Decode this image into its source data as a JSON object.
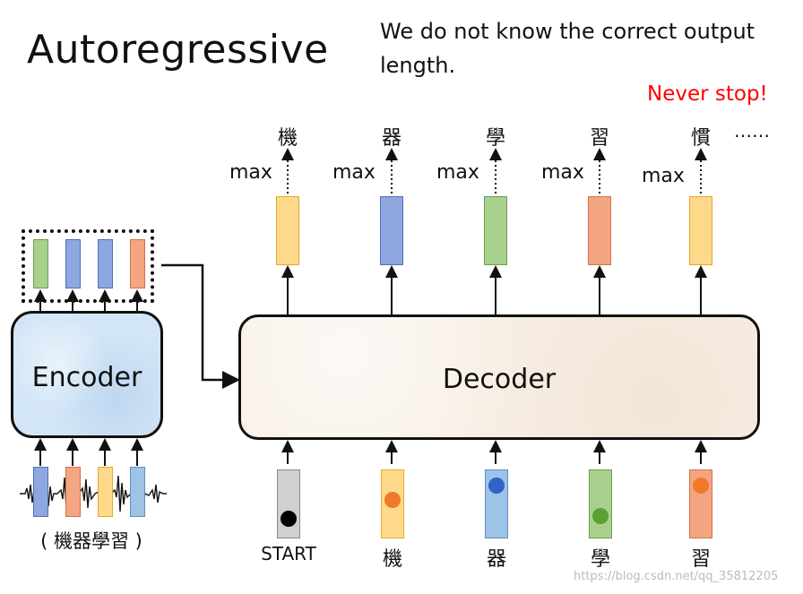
{
  "title": "Autoregressive",
  "note": "We do not know the correct output length.",
  "never_stop": "Never stop!",
  "encoder_label": "Encoder",
  "decoder_label": "Decoder",
  "max_label": "max",
  "outputs": [
    "機",
    "器",
    "學",
    "習",
    "慣"
  ],
  "output_ellipsis": "……",
  "inputs": [
    "START",
    "機",
    "器",
    "學",
    "習"
  ],
  "source_label": "( 機器學習 )",
  "watermark": "https://blog.csdn.net/qq_35812205",
  "colors": {
    "blue": "#8fa7e0",
    "green": "#a9d18e",
    "orange": "#f4a582",
    "yellow": "#ffd98a",
    "light_blue": "#9dc3e6",
    "gray": "#d0d0d0",
    "red_text": "#ff0000"
  }
}
